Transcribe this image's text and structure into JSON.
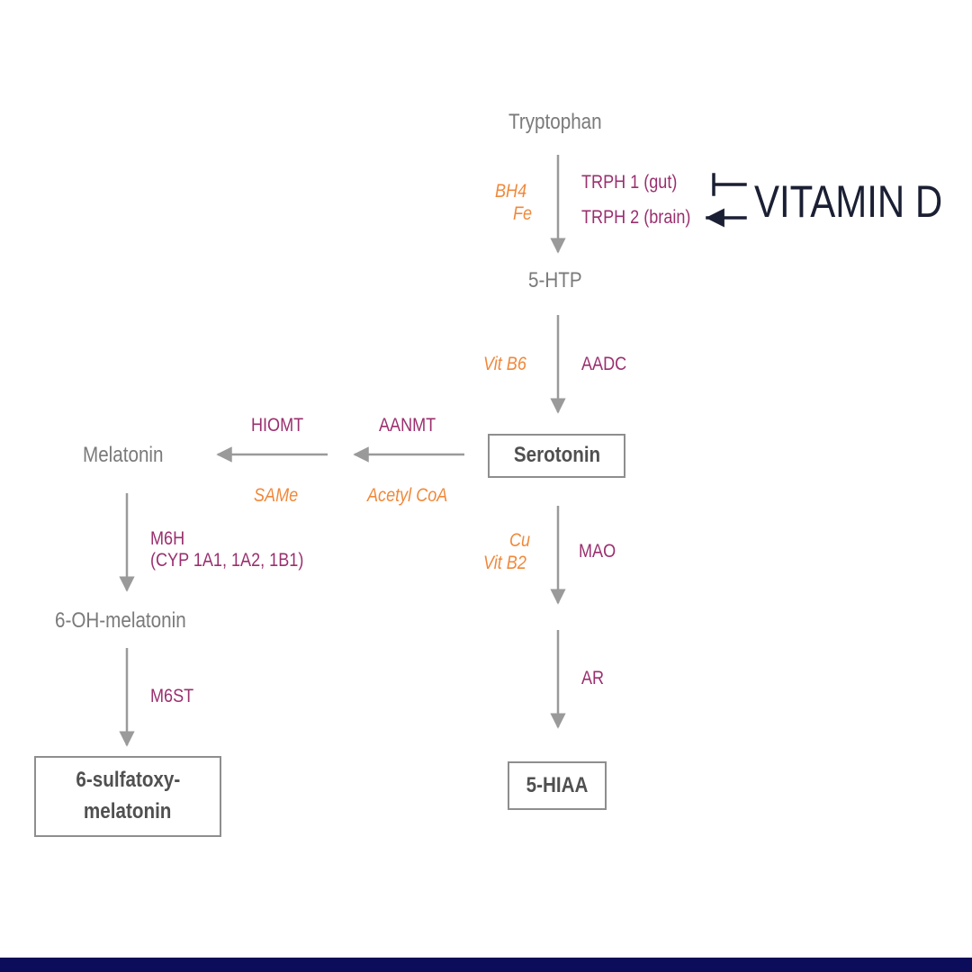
{
  "nodes": {
    "tryptophan": "Tryptophan",
    "htp": "5-HTP",
    "serotonin": "Serotonin",
    "melatonin": "Melatonin",
    "oh_melatonin": "6-OH-melatonin",
    "sulfatoxy_line1": "6-sulfatoxy-",
    "sulfatoxy_line2": "melatonin",
    "hiaa": "5-HIAA"
  },
  "enzymes": {
    "trph1": "TRPH 1 (gut)",
    "trph2": "TRPH 2 (brain)",
    "aadc": "AADC",
    "aanmt": "AANMT",
    "hiomt": "HIOMT",
    "mao": "MAO",
    "ar": "AR",
    "m6h_line1": "M6H",
    "m6h_line2": "(CYP 1A1, 1A2, 1B1)",
    "m6st": "M6ST"
  },
  "cofactors": {
    "bh4": "BH4",
    "fe": "Fe",
    "vitb6": "Vit B6",
    "acetyl_coa": "Acetyl CoA",
    "same": "SAMe",
    "cu": "Cu",
    "vitb2": "Vit B2"
  },
  "vitamin_d": "VITAMIN D",
  "colors": {
    "node_text": "#7a7a7a",
    "enzyme": "#9a2f6e",
    "cofactor": "#f0883a",
    "arrow": "#9a9a9a",
    "vitamin_d": "#1b1f33",
    "footer_bar": "#0c0d5a"
  }
}
